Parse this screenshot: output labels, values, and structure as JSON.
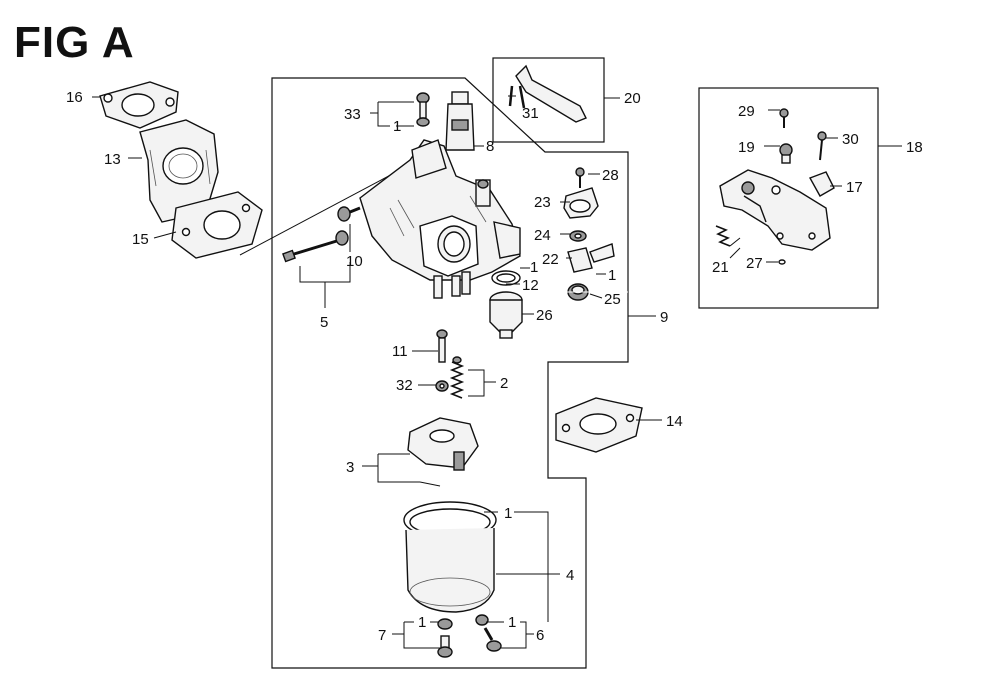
{
  "figure": {
    "title": "FIG A"
  },
  "callouts": {
    "c1a": "1",
    "c1b": "1",
    "c1c": "1",
    "c1d": "1",
    "c1e": "1",
    "c1f": "1",
    "c2": "2",
    "c3": "3",
    "c4": "4",
    "c5": "5",
    "c6": "6",
    "c7": "7",
    "c8": "8",
    "c9": "9",
    "c10": "10",
    "c11": "11",
    "c12": "12",
    "c13": "13",
    "c14": "14",
    "c15": "15",
    "c16": "16",
    "c17": "17",
    "c18": "18",
    "c19": "19",
    "c20": "20",
    "c21": "21",
    "c22": "22",
    "c23": "23",
    "c24": "24",
    "c25": "25",
    "c26": "26",
    "c27": "27",
    "c28": "28",
    "c29": "29",
    "c30": "30",
    "c31": "31",
    "c32": "32",
    "c33": "33"
  }
}
